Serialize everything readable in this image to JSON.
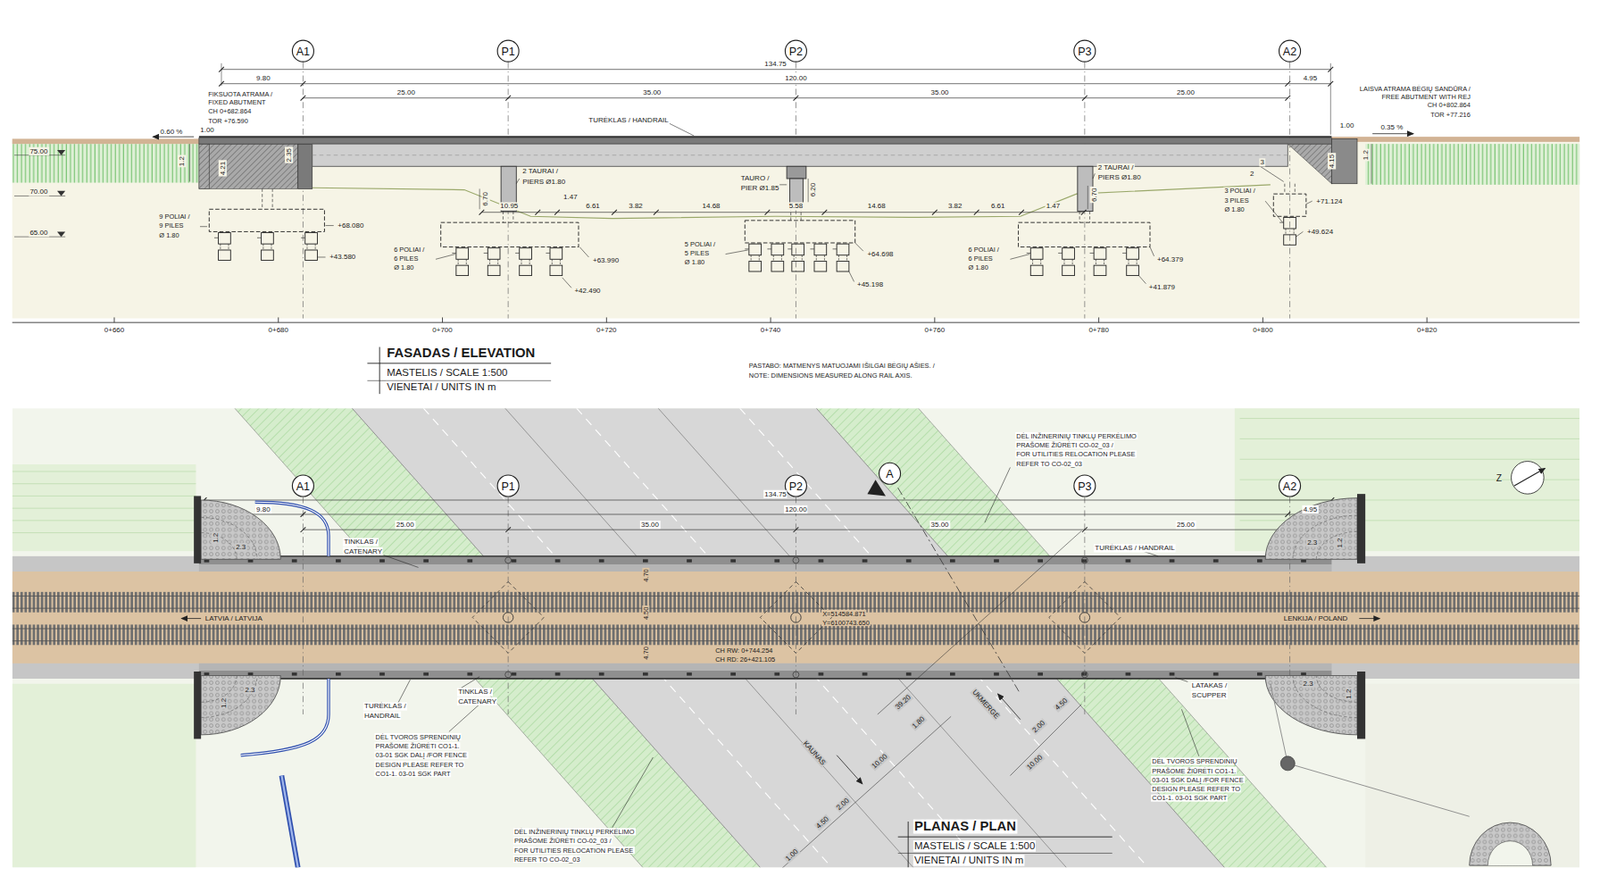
{
  "diagram": {
    "nodes": [
      {
        "text": [
          "A1"
        ]
      },
      {
        "text": [
          "P1"
        ]
      },
      {
        "text": [
          "P2"
        ]
      },
      {
        "text": [
          "P3"
        ]
      },
      {
        "text": [
          "A2"
        ]
      },
      {
        "text": [
          "A1"
        ]
      },
      {
        "text": [
          "P1"
        ]
      },
      {
        "text": [
          "P2"
        ]
      },
      {
        "text": [
          "A"
        ]
      },
      {
        "text": [
          "P3"
        ]
      },
      {
        "text": [
          "A2"
        ]
      }
    ],
    "labels": [
      "134.75",
      "9.80",
      "120.00",
      "4.95",
      "25.00",
      "35.00",
      "35.00",
      "25.00",
      "FIKSUOTA ATRAMA /",
      "FIXED ABUTMENT",
      "CH 0+682.864",
      "TOR +76.590",
      "LAISVA ATRAMA BĖGIŲ SANDŪRA /",
      "FREE ABUTMENT WITH REJ",
      "CH 0+802.864",
      "TOR +77.216",
      "0.60 %",
      "1.00",
      "TURĖKLAS / HANDRAIL",
      "1.00",
      "0.35 %",
      "75.00",
      "70.00",
      "65.00",
      "1.2",
      "2.35",
      "4.21",
      "2 TAURAI /",
      "PIERS Ø1.80",
      "TAURO /",
      "PIER Ø1.85",
      "6.20",
      "2 TAURAI /",
      "PIERS Ø1.80",
      "2",
      "3",
      "4.15",
      "1.2",
      "6.70",
      "6.70",
      "1.47",
      "10.95",
      "6.61",
      "3.82",
      "14.68",
      "5.58",
      "14.68",
      "3.82",
      "6.61",
      "1.47",
      "3 POLIAI /",
      "3 PILES",
      "Ø 1.80",
      "+71.124",
      "9 POLIAI /",
      "9 PILES",
      "Ø 1.80",
      "+68.080",
      "+49.624",
      "5 POLIAI /",
      "5 PILES",
      "Ø 1.80",
      "6 POLIAI /",
      "6 PILES",
      "Ø 1.80",
      "6 POLIAI /",
      "6 PILES",
      "Ø 1.80",
      "+64.698",
      "+43.580",
      "+64.379",
      "+63.990",
      "+45.198",
      "+41.879",
      "+42.490",
      "0+660",
      "0+680",
      "0+700",
      "0+720",
      "0+740",
      "0+760",
      "0+780",
      "0+800",
      "0+820",
      "FASADAS / ELEVATION",
      "MASTELIS / SCALE 1:500",
      "VIENETAI / UNITS IN m",
      "PASTABO: MATMENYS MATUOJAMI IŠILGAI BĖGIŲ AŠIES. /",
      "NOTE: DIMENSIONS MEASURED ALONG RAIL AXIS.",
      "DĖL INŽINERINIŲ TINKLŲ PERKĖLIMO",
      "PRAŠOME ŽIŪRĖTI CO-02_03 /",
      "FOR UTILITIES RELOCATION PLEASE",
      "REFER TO CO-02_03",
      "134.75",
      "120.00",
      "9.80",
      "4.95",
      "25.00",
      "35.00",
      "35.00",
      "25.00",
      "1.2",
      "2.3",
      "TINKLAS /",
      "CATENARY",
      "TURĖKLAS / HANDRAIL",
      "2.3",
      "1.2",
      "4.70",
      "4.50",
      "4.70",
      "LATVIA / LATVIJA",
      "LENKIJA / POLAND",
      "X=514584.871",
      "Y=6100743.650",
      "CH RW: 0+744.254",
      "CH RD: 26+421.105",
      "LATAKAS /",
      "SCUPPER",
      "2.3",
      "1.2",
      "2.3",
      "1.2",
      "TINKLAS /",
      "CATENARY",
      "TURĖKLAS /",
      "HANDRAIL",
      "UKMERGĖ",
      "39.20",
      "4.50",
      "1.80",
      "2.00",
      "DĖL TVOROS SPRENDINIŲ",
      "PRAŠOME ŽIŪRĖTI CO1-1.",
      "03-01 SGK DALĮ /FOR FENCE",
      "DESIGN PLEASE REFER TO",
      "CO1-1. 03-01 SGK PART",
      "KAUNAS",
      "10.00",
      "10.00",
      "DĖL TVOROS SPRENDINIŲ",
      "PRAŠOME ŽIŪRĖTI CO1-1.",
      "03-01 SGK DALĮ /FOR FENCE",
      "DESIGN PLEASE REFER TO",
      "CO1-1. 03-01 SGK PART",
      "2.00",
      "4.50",
      "PLANAS / PLAN",
      "DĖL INŽINERINIŲ TINKLŲ PERKĖLIMO",
      "PRAŠOME ŽIŪRĖTI CO-02_03 /",
      "FOR UTILITIES RELOCATION PLEASE",
      "REFER TO CO-02_03",
      "MASTELIS / SCALE 1:500",
      "1.00",
      "VIENETAI / UNITS IN m",
      "Z"
    ]
  }
}
